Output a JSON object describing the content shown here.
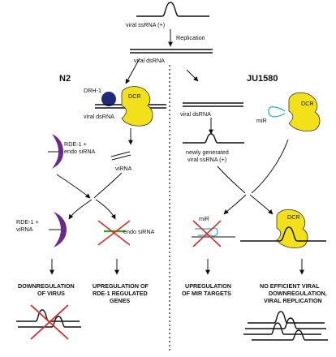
{
  "top": {
    "ssrna_label": "viral ssRNA (+)",
    "replication_label": "Replication",
    "dsrna_label": "viral dsRNA"
  },
  "left": {
    "header": "N2",
    "drh1_label": "DRH-1",
    "dcr_label": "DCR",
    "dsrna_label": "viral dsRNA",
    "rde1_endo_line1": "RDE-1 +",
    "rde1_endo_line2": "endo siRNA",
    "virna_label": "viRNA",
    "rde1_virna_line1": "RDE-1 +",
    "rde1_virna_line2": "viRNA",
    "endo_sirna_label": "endo siRNA",
    "outcome_left_line1": "DOWNREGULATION",
    "outcome_left_line2": "OF VIRUS",
    "outcome_mid_line1": "UPREGULATION OF",
    "outcome_mid_line2": "RDE-1 REGULATED",
    "outcome_mid_line3": "GENES"
  },
  "right": {
    "header": "JU1580",
    "dsrna_label": "viral dsRNA",
    "dcr_label": "DCR",
    "mir_label": "miR",
    "new_ssrna_line1": "newly generated",
    "new_ssrna_line2": "viral ssRNA (+)",
    "mir_label2": "miR",
    "dcr_label2": "DCR",
    "outcome_left_line1": "UPREGULATION",
    "outcome_left_line2": "OF MIR TARGETS",
    "outcome_right_line1": "NO EFFICIENT VIRAL",
    "outcome_right_line2": "DOWNREGULATION,",
    "outcome_right_line3": "VIRAL REPLICATION"
  },
  "colors": {
    "drh1": "#1f2a7a",
    "dcr": "#f2e11a",
    "rde1": "#6a2a8c",
    "sirna_green": "#3aa636",
    "mir_blue": "#2aa7d6",
    "cross_red": "#d92a2a"
  }
}
